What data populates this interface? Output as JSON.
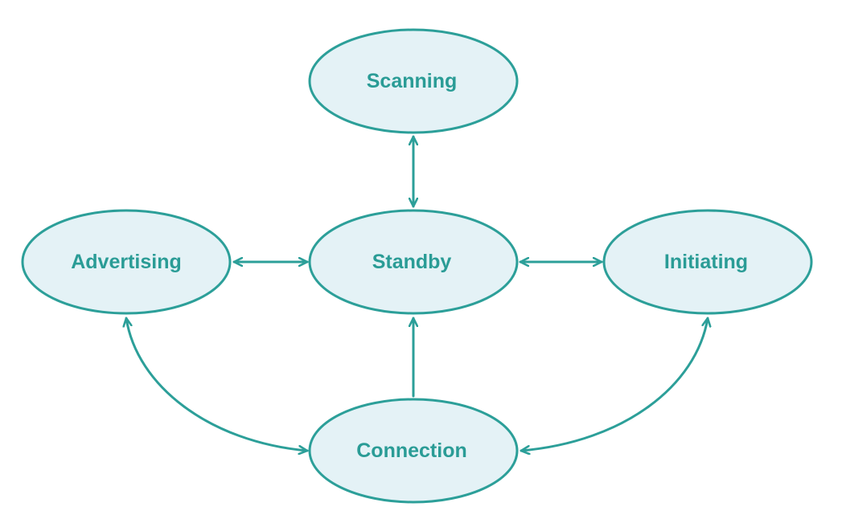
{
  "diagram": {
    "colors": {
      "stroke": "#2c9f99",
      "node_fill": "#e4f2f6",
      "label": "#2a9c96",
      "background": "#ffffff"
    },
    "nodes": {
      "scanning": "Scanning",
      "advertising": "Advertising",
      "standby": "Standby",
      "initiating": "Initiating",
      "connection": "Connection"
    },
    "edges": [
      {
        "from": "Scanning",
        "to": "Standby",
        "direction": "both"
      },
      {
        "from": "Advertising",
        "to": "Standby",
        "direction": "both"
      },
      {
        "from": "Standby",
        "to": "Initiating",
        "direction": "both"
      },
      {
        "from": "Connection",
        "to": "Standby",
        "direction": "one-way"
      },
      {
        "from": "Advertising",
        "to": "Connection",
        "direction": "both"
      },
      {
        "from": "Initiating",
        "to": "Connection",
        "direction": "both"
      }
    ]
  }
}
